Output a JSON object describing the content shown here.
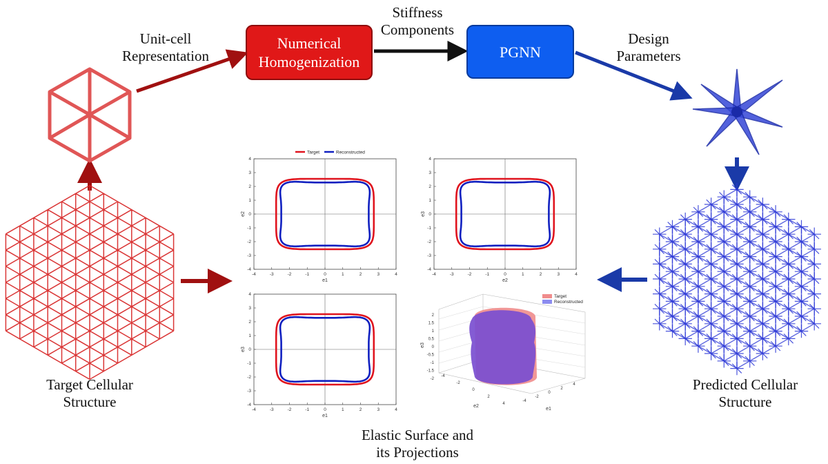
{
  "labels": {
    "unit_cell": "Unit-cell\nRepresentation",
    "stiffness": "Stiffness\nComponents",
    "design": "Design\nParameters",
    "target_structure": "Target Cellular\nStructure",
    "predicted_structure": "Predicted Cellular\nStructure",
    "elastic_surface": "Elastic Surface and\nits Projections"
  },
  "boxes": {
    "homogenization": "Numerical\nHomogenization",
    "pgnn": "PGNN"
  },
  "colors": {
    "red": "#c81414",
    "dark_red": "#a01010",
    "blue": "#1024c8",
    "dark_blue": "#1a3aa8",
    "box_red": "#e01818",
    "box_blue": "#0e5ef0"
  },
  "chart_data": [
    {
      "type": "line",
      "xlabel": "e1",
      "ylabel": "e2",
      "xlim": [
        -4,
        4
      ],
      "ylim": [
        -4,
        4
      ],
      "xticks": [
        -4,
        -3,
        -2,
        -1,
        0,
        1,
        2,
        3,
        4
      ],
      "yticks": [
        -4,
        -3,
        -2,
        -1,
        0,
        1,
        2,
        3,
        4
      ],
      "legend": [
        "Target",
        "Reconstructed"
      ],
      "legend_position": "top",
      "series": [
        {
          "name": "Target",
          "color": "#e0141e",
          "curve": {
            "a": 2.75,
            "b": 2.55,
            "n": 6,
            "w": 0.0
          }
        },
        {
          "name": "Reconstructed",
          "color": "#1020c0",
          "curve": {
            "a": 2.8,
            "b": 2.6,
            "n": 4,
            "w": 0.22
          }
        }
      ]
    },
    {
      "type": "line",
      "xlabel": "e2",
      "ylabel": "e3",
      "xlim": [
        -4,
        4
      ],
      "ylim": [
        -4,
        4
      ],
      "xticks": [
        -4,
        -3,
        -2,
        -1,
        0,
        1,
        2,
        3,
        4
      ],
      "yticks": [
        -4,
        -3,
        -2,
        -1,
        0,
        1,
        2,
        3,
        4
      ],
      "series": [
        {
          "name": "Target",
          "color": "#e0141e",
          "curve": {
            "a": 2.75,
            "b": 2.55,
            "n": 6,
            "w": 0.0
          }
        },
        {
          "name": "Reconstructed",
          "color": "#1020c0",
          "curve": {
            "a": 2.8,
            "b": 2.6,
            "n": 4,
            "w": 0.22
          }
        }
      ]
    },
    {
      "type": "line",
      "xlabel": "e1",
      "ylabel": "e3",
      "xlim": [
        -4,
        4
      ],
      "ylim": [
        -4,
        4
      ],
      "xticks": [
        -4,
        -3,
        -2,
        -1,
        0,
        1,
        2,
        3,
        4
      ],
      "yticks": [
        -4,
        -3,
        -2,
        -1,
        0,
        1,
        2,
        3,
        4
      ],
      "series": [
        {
          "name": "Target",
          "color": "#e0141e",
          "curve": {
            "a": 2.75,
            "b": 2.55,
            "n": 6,
            "w": 0.0
          }
        },
        {
          "name": "Reconstructed",
          "color": "#1020c0",
          "curve": {
            "a": 2.8,
            "b": 2.6,
            "n": 4,
            "w": 0.22
          }
        }
      ]
    },
    {
      "type": "area",
      "xlabel": "e1",
      "ylabel": "e2",
      "zlabel": "e3",
      "zticks": [
        -2,
        -1.5,
        -1,
        -0.5,
        0,
        0.5,
        1,
        1.5,
        2
      ],
      "xticks": [
        -4,
        -2,
        0,
        2,
        4
      ],
      "yticks": [
        4,
        2,
        0,
        -2,
        -4
      ],
      "legend": [
        "Target",
        "Reconstructed"
      ],
      "legend_position": "top-right",
      "series": [
        {
          "name": "Target",
          "color": "#f08c8c"
        },
        {
          "name": "Reconstructed",
          "color": "#8c8cf0"
        }
      ]
    }
  ]
}
